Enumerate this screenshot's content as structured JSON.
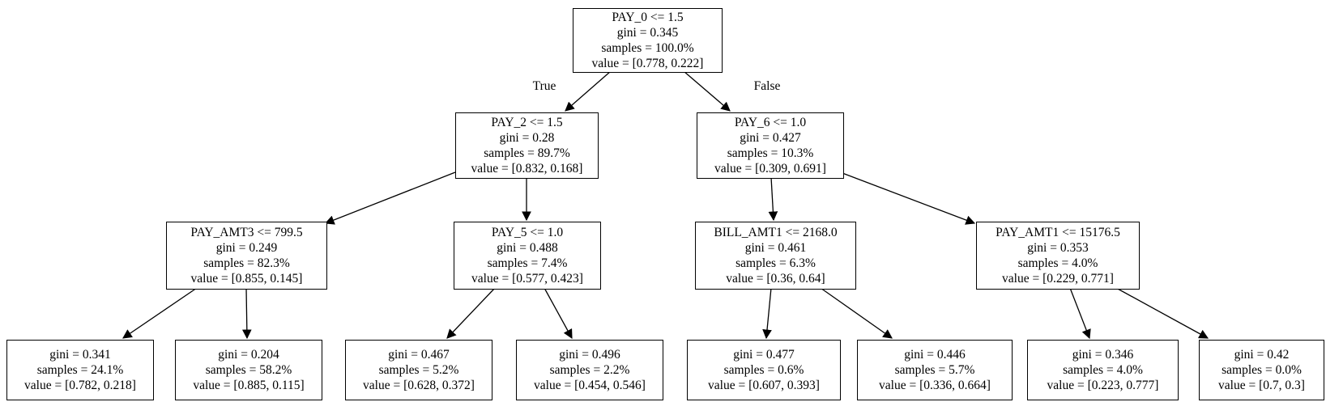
{
  "tree": {
    "type": "decision-tree",
    "colors": {
      "background": "#ffffff",
      "node_border": "#000000",
      "text": "#000000",
      "edge": "#000000"
    },
    "edge_labels": {
      "true_label": "True",
      "false_label": "False"
    },
    "nodes": {
      "root": {
        "condition": "PAY_0 <= 1.5",
        "gini": "gini = 0.345",
        "samples": "samples = 100.0%",
        "value": "value = [0.778, 0.222]"
      },
      "pay2": {
        "condition": "PAY_2 <= 1.5",
        "gini": "gini = 0.28",
        "samples": "samples = 89.7%",
        "value": "value = [0.832, 0.168]"
      },
      "pay6": {
        "condition": "PAY_6 <= 1.0",
        "gini": "gini = 0.427",
        "samples": "samples = 10.3%",
        "value": "value = [0.309, 0.691]"
      },
      "payamt3": {
        "condition": "PAY_AMT3 <= 799.5",
        "gini": "gini = 0.249",
        "samples": "samples = 82.3%",
        "value": "value = [0.855, 0.145]"
      },
      "pay5": {
        "condition": "PAY_5 <= 1.0",
        "gini": "gini = 0.488",
        "samples": "samples = 7.4%",
        "value": "value = [0.577, 0.423]"
      },
      "billamt1": {
        "condition": "BILL_AMT1 <= 2168.0",
        "gini": "gini = 0.461",
        "samples": "samples = 6.3%",
        "value": "value = [0.36, 0.64]"
      },
      "payamt1": {
        "condition": "PAY_AMT1 <= 15176.5",
        "gini": "gini = 0.353",
        "samples": "samples = 4.0%",
        "value": "value = [0.229, 0.771]"
      },
      "leaf1": {
        "gini": "gini = 0.341",
        "samples": "samples = 24.1%",
        "value": "value = [0.782, 0.218]"
      },
      "leaf2": {
        "gini": "gini = 0.204",
        "samples": "samples = 58.2%",
        "value": "value = [0.885, 0.115]"
      },
      "leaf3": {
        "gini": "gini = 0.467",
        "samples": "samples = 5.2%",
        "value": "value = [0.628, 0.372]"
      },
      "leaf4": {
        "gini": "gini = 0.496",
        "samples": "samples = 2.2%",
        "value": "value = [0.454, 0.546]"
      },
      "leaf5": {
        "gini": "gini = 0.477",
        "samples": "samples = 0.6%",
        "value": "value = [0.607, 0.393]"
      },
      "leaf6": {
        "gini": "gini = 0.446",
        "samples": "samples = 5.7%",
        "value": "value = [0.336, 0.664]"
      },
      "leaf7": {
        "gini": "gini = 0.346",
        "samples": "samples = 4.0%",
        "value": "value = [0.223, 0.777]"
      },
      "leaf8": {
        "gini": "gini = 0.42",
        "samples": "samples = 0.0%",
        "value": "value = [0.7, 0.3]"
      }
    }
  }
}
